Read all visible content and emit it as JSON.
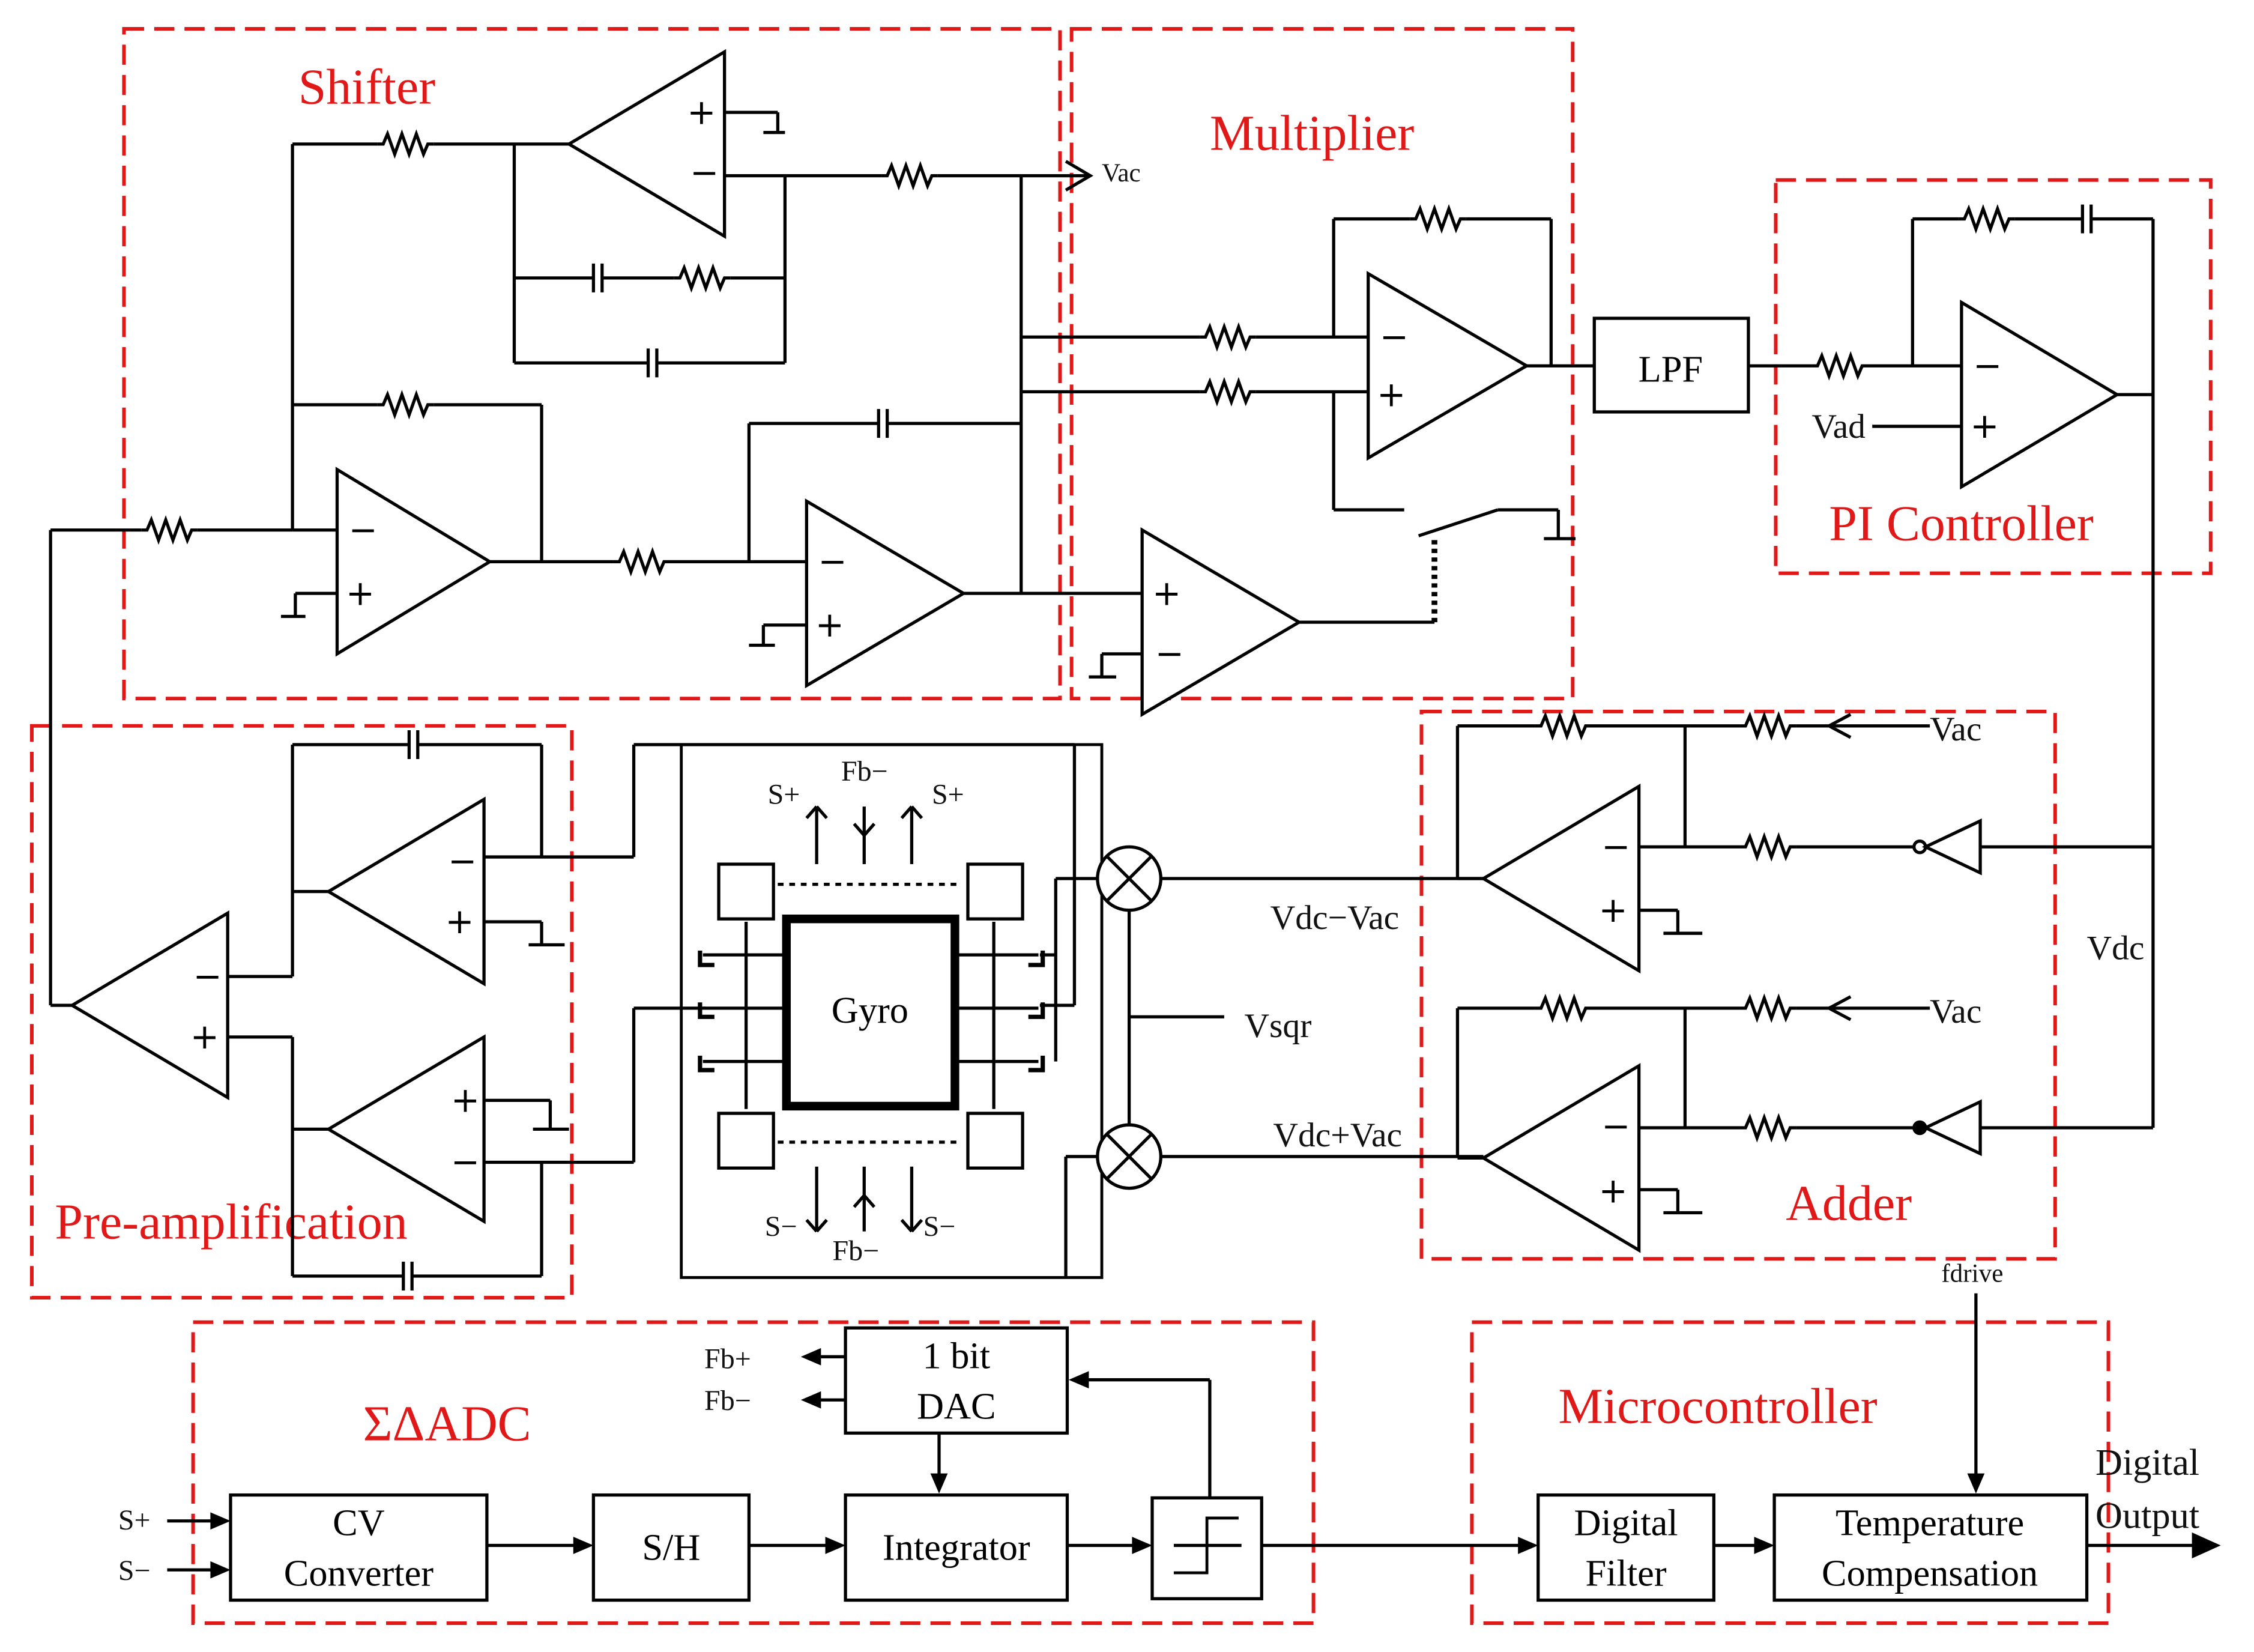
{
  "sections": {
    "shifter": "Shifter",
    "multiplier": "Multiplier",
    "pi_controller": "PI Controller",
    "pre_amplification": "Pre-amplification",
    "adder": "Adder",
    "sigma_delta_adc": "ΣΔADC",
    "microcontroller": "Microcontroller"
  },
  "blocks": {
    "lpf": "LPF",
    "gyro": "Gyro",
    "dac_line1": "1 bit",
    "dac_line2": "DAC",
    "cv_line1": "CV",
    "cv_line2": "Converter",
    "sh": "S/H",
    "integrator": "Integrator",
    "digital_filter_line1": "Digital",
    "digital_filter_line2": "Filter",
    "temp_comp_line1": "Temperature",
    "temp_comp_line2": "Compensation"
  },
  "signals": {
    "vac_top": "Vac",
    "vad": "Vad",
    "vdc_minus_vac": "Vdc−Vac",
    "vdc_plus_vac": "Vdc+Vac",
    "vsqr": "Vsqr",
    "vdc": "Vdc",
    "vac_adder1": "Vac",
    "vac_adder2": "Vac",
    "fdrive": "fdrive",
    "s_plus_top_left": "S+",
    "fb_minus_top": "Fb−",
    "s_plus_top_right": "S+",
    "s_minus_bottom_left": "S−",
    "fb_minus_bottom": "Fb−",
    "s_minus_bottom_right": "S−",
    "fb_plus_dac": "Fb+",
    "fb_minus_dac": "Fb−",
    "s_plus_in": "S+",
    "s_minus_in": "S−",
    "digital_output_line1": "Digital",
    "digital_output_line2": "Output"
  },
  "colors": {
    "section_border": "#e01818",
    "section_label": "#e01818",
    "wire": "#000000"
  }
}
